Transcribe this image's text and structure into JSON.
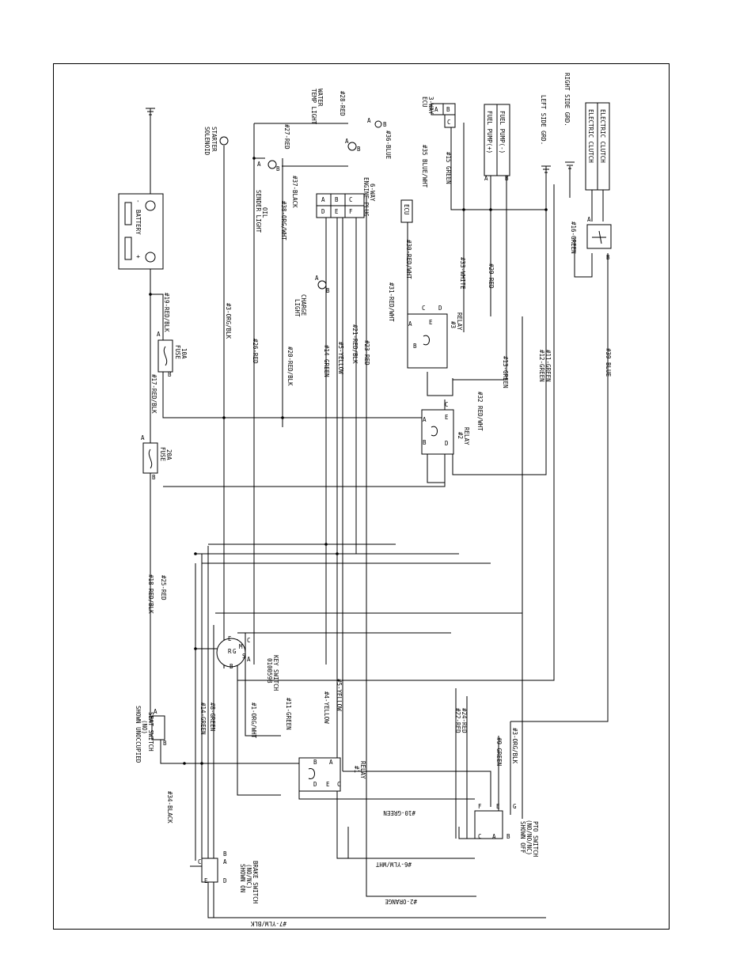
{
  "components": {
    "battery": {
      "label": "BATTERY",
      "neg": "-",
      "pos": "+"
    },
    "starter": {
      "l1": "STARTER",
      "l2": "SOLENOID"
    },
    "water_light": {
      "l1": "WATER",
      "l2": "TEMP LIGHT"
    },
    "oil_light": {
      "l1": "OIL",
      "l2": "SENDER LIGHT"
    },
    "charge_light": {
      "l1": "CHARGE",
      "l2": "LIGHT"
    },
    "ecu3": {
      "l1": "3-WAY",
      "l2": "ECU"
    },
    "ecu": "ECU",
    "engine_plug": {
      "l1": "6-WAY",
      "l2": "ENGINE PLUG"
    },
    "fuel_pump": {
      "a": "FUEL PUMP(-)",
      "b": "FUEL PUMP(+)"
    },
    "clutch": {
      "a": "ELECTRIC CLUTCH",
      "b": "ELECTRIC CLUTCH"
    },
    "left_grd": "LEFT SIDE GRD.",
    "right_grd": "RIGHT SIDE GRD.",
    "fuse10": {
      "l1": "10A",
      "l2": "FUSE"
    },
    "fuse20": {
      "l1": "20A",
      "l2": "FUSE"
    },
    "relay1": {
      "l1": "RELAY",
      "l2": "#1"
    },
    "relay2": {
      "l1": "RELAY",
      "l2": "#2"
    },
    "relay3": {
      "l1": "RELAY",
      "l2": "#3"
    },
    "key_switch": {
      "l1": "KEY SWITCH",
      "l2": "0100598"
    },
    "seat_switch": {
      "l1": "SEAT SWITCH",
      "l2": "(NO)",
      "l3": "SHOWN UNOCCUPIED"
    },
    "brake_switch": {
      "l1": "BRAKE SWITCH",
      "l2": "(NO/NC)",
      "l3": "SHOWN ON"
    },
    "pto_switch": {
      "l1": "PTO SWITCH",
      "l2": "(NO/NO/NC)",
      "l3": "SHOWN OFF"
    }
  },
  "pins": {
    "a": "A",
    "b": "B",
    "c": "C",
    "d": "D",
    "e": "E",
    "f": "F",
    "g": "G",
    "m": "M",
    "r": "R",
    "s": "S",
    "i": "I"
  },
  "wires": {
    "w2": "#2-ORANGE",
    "w3a": "#3-ORG/BLK",
    "w3b": "#3-ORG/BLK",
    "w4": "#4-YELLOW",
    "w5a": "#5-YELLOW",
    "w5b": "#5-YELLOW",
    "w6": "#6-YLW/WHT",
    "w7": "#7-YLW/BLK",
    "w8": "#8-GREEN",
    "w9": "#9-GREEN",
    "w10": "#10-GREEN",
    "w11a": "#11-GREEN",
    "w11b": "#11-GREEN",
    "w12": "#12-GREEN",
    "w13": "#13-GREEN",
    "w14a": "#14-GREEN",
    "w14b": "#14-GREEN",
    "w15": "#15 GREEN",
    "w16": "#16-GREEN",
    "w17": "#17-RED/BLK",
    "w18": "#18-RED/BLK",
    "w19": "#19-RED/BLK",
    "w20": "#20-RED/BLK",
    "w21": "#21-RED/BLK",
    "w22": "#22-RED",
    "w23": "#23-RED",
    "w24": "#24-RED",
    "w25": "#25-RED",
    "w26": "#26-RED",
    "w27": "#27-RED",
    "w28": "#28-RED",
    "w29": "#29-RED",
    "w30": "#30-RED/WHT",
    "w31": "#31-RED/WHT",
    "w32": "#32 RED/WHT",
    "w33": "#33-WHITE",
    "w34": "#34-BLACK",
    "w35": "#35 BLUE/WHT",
    "w36": "#36-BLUE",
    "w37": "#37-BLACK",
    "w38": "#38-ORG/WHT",
    "w39": "#39-BLUE",
    "w1": "#1-ORG/WHT"
  }
}
